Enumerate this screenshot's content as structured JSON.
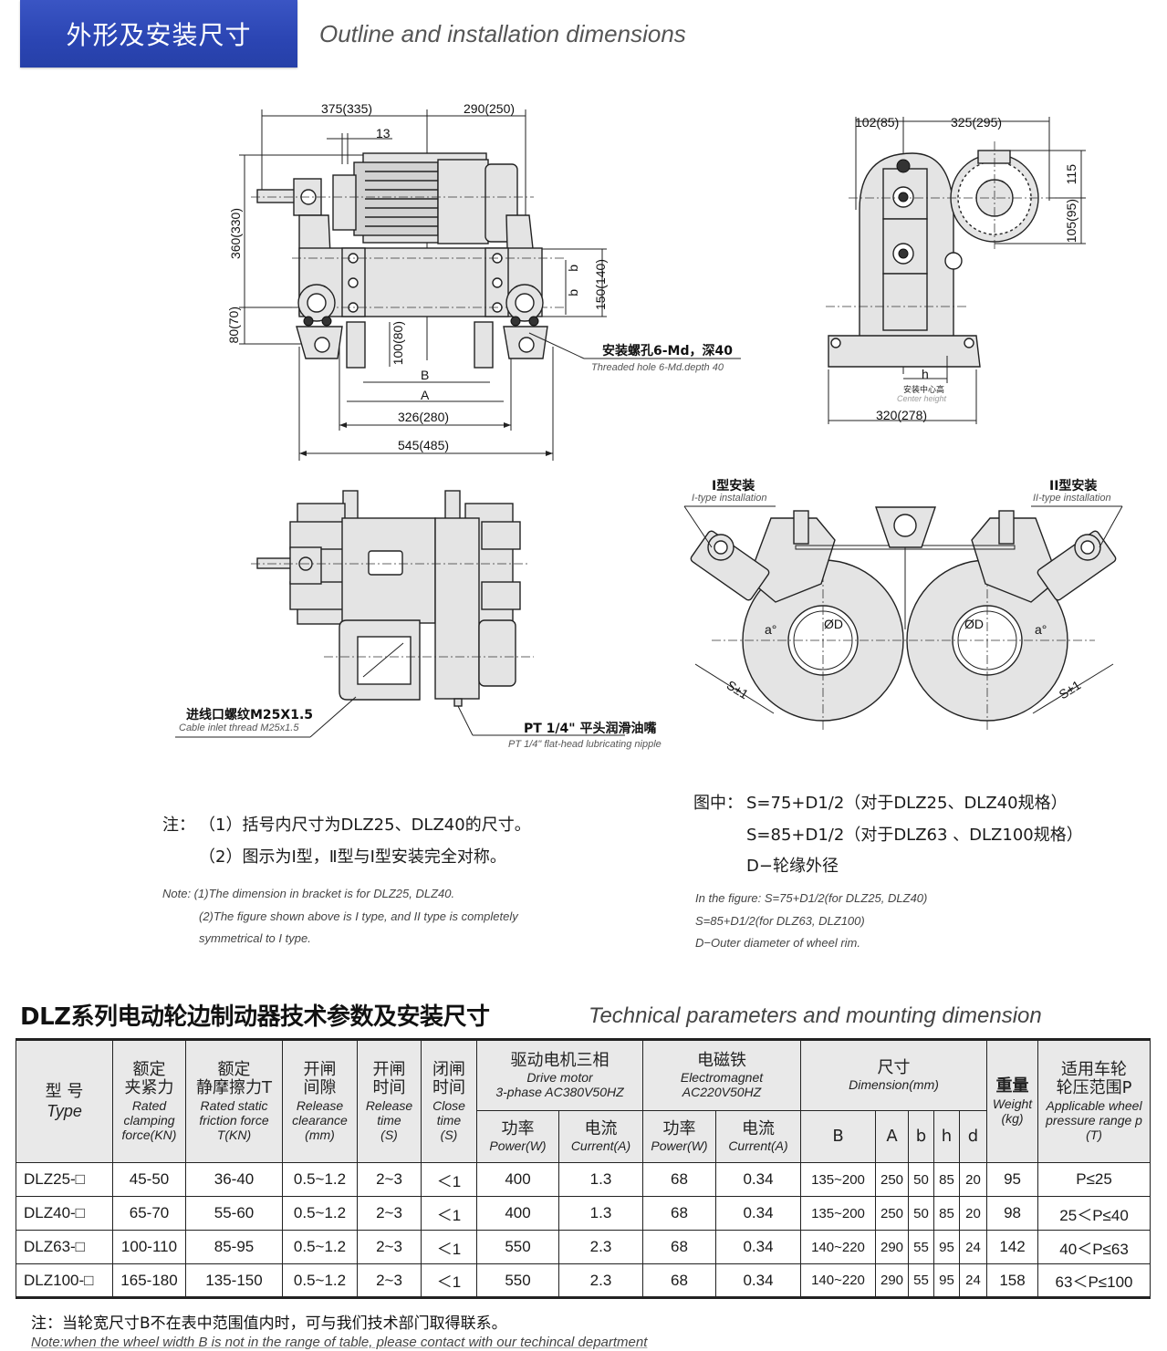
{
  "header": {
    "title_cn": "外形及安装尺寸",
    "title_en": "Outline and installation dimensions",
    "accent_color": "#2b45b3"
  },
  "front_view": {
    "dims": {
      "top_left": "375(335)",
      "top_right": "290(250)",
      "shaft_offset": "13",
      "height_total": "360(330)",
      "height_lower": "80(70)",
      "pad_height": "100(80)",
      "bolt_span_b1": "b",
      "bolt_span_b2": "b",
      "bolt_height": "150(140)",
      "B": "B",
      "A": "A",
      "inner_width": "326(280)",
      "overall_width": "545(485)"
    },
    "callout_threaded_hole_cn": "安装螺孔6-Md，深40",
    "callout_threaded_hole_en": "Threaded hole 6-Md.depth 40"
  },
  "side_view": {
    "dims": {
      "top_left": "102(85)",
      "top_right": "325(295)",
      "right_upper": "115",
      "right_lower": "105(95)",
      "center_height_symbol": "h",
      "center_height_cn": "安装中心高",
      "center_height_en": "Center height",
      "base_width": "320(278)"
    }
  },
  "top_view": {
    "callout_cable_cn": "进线口螺纹M25X1.5",
    "callout_cable_en": "Cable inlet thread M25x1.5",
    "callout_nipple_cn": "PT 1/4\"  平头润滑油嘴",
    "callout_nipple_en": "PT 1/4\" flat-head lubricating nipple"
  },
  "install_view": {
    "type1_cn": "I型安装",
    "type1_en": "I-type installation",
    "type2_cn": "II型安装",
    "type2_en": "II-type installation",
    "diameter_label": "ØD",
    "angle_label": "a°",
    "s_label": "S±1"
  },
  "notes_left": {
    "cn_prefix": "注：",
    "cn_line1": "（1）括号内尺寸为DLZ25、DLZ40的尺寸。",
    "cn_line2": "（2）图示为Ⅰ型，Ⅱ型与Ⅰ型安装完全对称。",
    "en_line1": "Note: (1)The dimension in bracket is for DLZ25, DLZ40.",
    "en_line2": "(2)The figure shown above is I type, and II type is completely",
    "en_line3": "symmetrical to I type."
  },
  "notes_right": {
    "cn_prefix": "图中：",
    "cn_line1": "S=75+D1/2（对于DLZ25、DLZ40规格）",
    "cn_line2": "S=85+D1/2（对于DLZ63 、DLZ100规格）",
    "cn_line3": "D−轮缘外径",
    "en_line1": "In the figure: S=75+D1/2(for DLZ25, DLZ40)",
    "en_line2": "S=85+D1/2(for DLZ63, DLZ100)",
    "en_line3": "D−Outer diameter of wheel rim."
  },
  "spec_section": {
    "title_cn": "DLZ系列电动轮边制动器技术参数及安装尺寸",
    "title_en": "Technical parameters and mounting dimension"
  },
  "table": {
    "headers": {
      "type": {
        "cn": "型 号",
        "en": "Type"
      },
      "clamp": {
        "cn1": "额定",
        "cn2": "夹紧力",
        "en1": "Rated",
        "en2": "clamping",
        "en3": "force(KN)"
      },
      "friction": {
        "cn1": "额定",
        "cn2": "静摩擦力T",
        "en1": "Rated static",
        "en2": "friction force",
        "en3": "T(KN)"
      },
      "clearance": {
        "cn1": "开闸",
        "cn2": "间隙",
        "en1": "Release",
        "en2": "clearance",
        "en3": "(mm)"
      },
      "release_time": {
        "cn1": "开闸",
        "cn2": "时间",
        "en1": "Release",
        "en2": "time",
        "en3": "(S)"
      },
      "close_time": {
        "cn1": "闭闸",
        "cn2": "时间",
        "en1": "Close",
        "en2": "time",
        "en3": "(S)"
      },
      "motor": {
        "cn": "驱动电机三相",
        "en1": "Drive motor",
        "en2": "3-phase AC380V50HZ"
      },
      "magnet": {
        "cn": "电磁铁",
        "en1": "Electromagnet",
        "en2": "AC220V50HZ"
      },
      "dimension": {
        "cn": "尺寸",
        "en": "Dimension(mm)"
      },
      "weight": {
        "cn": "重量",
        "en1": "Weight",
        "en2": "(kg)"
      },
      "pressure": {
        "cn1": "适用车轮",
        "cn2": "轮压范围P",
        "en1": "Applicable wheel",
        "en2": "pressure range p",
        "en3": "(T)"
      },
      "power": {
        "cn": "功率",
        "en": "Power(W)"
      },
      "current": {
        "cn": "电流",
        "en": "Current(A)"
      },
      "dim_cols": [
        "B",
        "A",
        "b",
        "h",
        "d"
      ]
    },
    "rows": [
      {
        "type": "DLZ25-□",
        "clamp": "45-50",
        "friction": "36-40",
        "clearance": "0.5~1.2",
        "release": "2~3",
        "close": "＜1",
        "motor_power": "400",
        "motor_current": "1.3",
        "mag_power": "68",
        "mag_current": "0.34",
        "B": "135~200",
        "A": "250",
        "b": "50",
        "h": "85",
        "d": "20",
        "weight": "95",
        "pressure": "P≤25"
      },
      {
        "type": "DLZ40-□",
        "clamp": "65-70",
        "friction": "55-60",
        "clearance": "0.5~1.2",
        "release": "2~3",
        "close": "＜1",
        "motor_power": "400",
        "motor_current": "1.3",
        "mag_power": "68",
        "mag_current": "0.34",
        "B": "135~200",
        "A": "250",
        "b": "50",
        "h": "85",
        "d": "20",
        "weight": "98",
        "pressure": "25＜P≤40"
      },
      {
        "type": "DLZ63-□",
        "clamp": "100-110",
        "friction": "85-95",
        "clearance": "0.5~1.2",
        "release": "2~3",
        "close": "＜1",
        "motor_power": "550",
        "motor_current": "2.3",
        "mag_power": "68",
        "mag_current": "0.34",
        "B": "140~220",
        "A": "290",
        "b": "55",
        "h": "95",
        "d": "24",
        "weight": "142",
        "pressure": "40＜P≤63"
      },
      {
        "type": "DLZ100-□",
        "clamp": "165-180",
        "friction": "135-150",
        "clearance": "0.5~1.2",
        "release": "2~3",
        "close": "＜1",
        "motor_power": "550",
        "motor_current": "2.3",
        "mag_power": "68",
        "mag_current": "0.34",
        "B": "140~220",
        "A": "290",
        "b": "55",
        "h": "95",
        "d": "24",
        "weight": "158",
        "pressure": "63＜P≤100"
      }
    ]
  },
  "footer": {
    "cn": "注：当轮宽尺寸B不在表中范围值内时，可与我们技术部门取得联系。",
    "en": "Note:when the wheel width B is not in the range of table, please contact with our techincal department"
  }
}
